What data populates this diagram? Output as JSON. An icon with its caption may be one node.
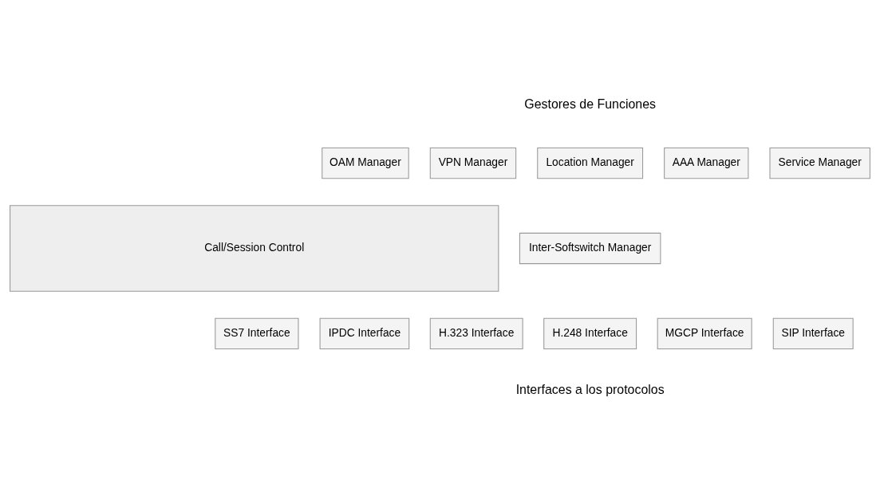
{
  "diagram": {
    "nodes": [
      {
        "text": [
          "OAM Manager"
        ]
      },
      {
        "text": [
          "VPN Manager"
        ]
      },
      {
        "text": [
          "Location Manager"
        ]
      },
      {
        "text": [
          "AAA Manager"
        ]
      },
      {
        "text": [
          "Service Manager"
        ]
      },
      {
        "text": [
          "Call/Session Control"
        ]
      },
      {
        "text": [
          "Inter-Softswitch Manager"
        ]
      },
      {
        "text": [
          "SS7 Interface"
        ]
      },
      {
        "text": [
          "IPDC Interface"
        ]
      },
      {
        "text": [
          "H.323 Interface"
        ]
      },
      {
        "text": [
          "H.248 Interface"
        ]
      },
      {
        "text": [
          "MGCP Interface"
        ]
      },
      {
        "text": [
          "SIP Interface"
        ]
      }
    ],
    "edges": [],
    "labels": [
      "Gestores de Funciones",
      "Interfaces a los protocolos"
    ]
  }
}
